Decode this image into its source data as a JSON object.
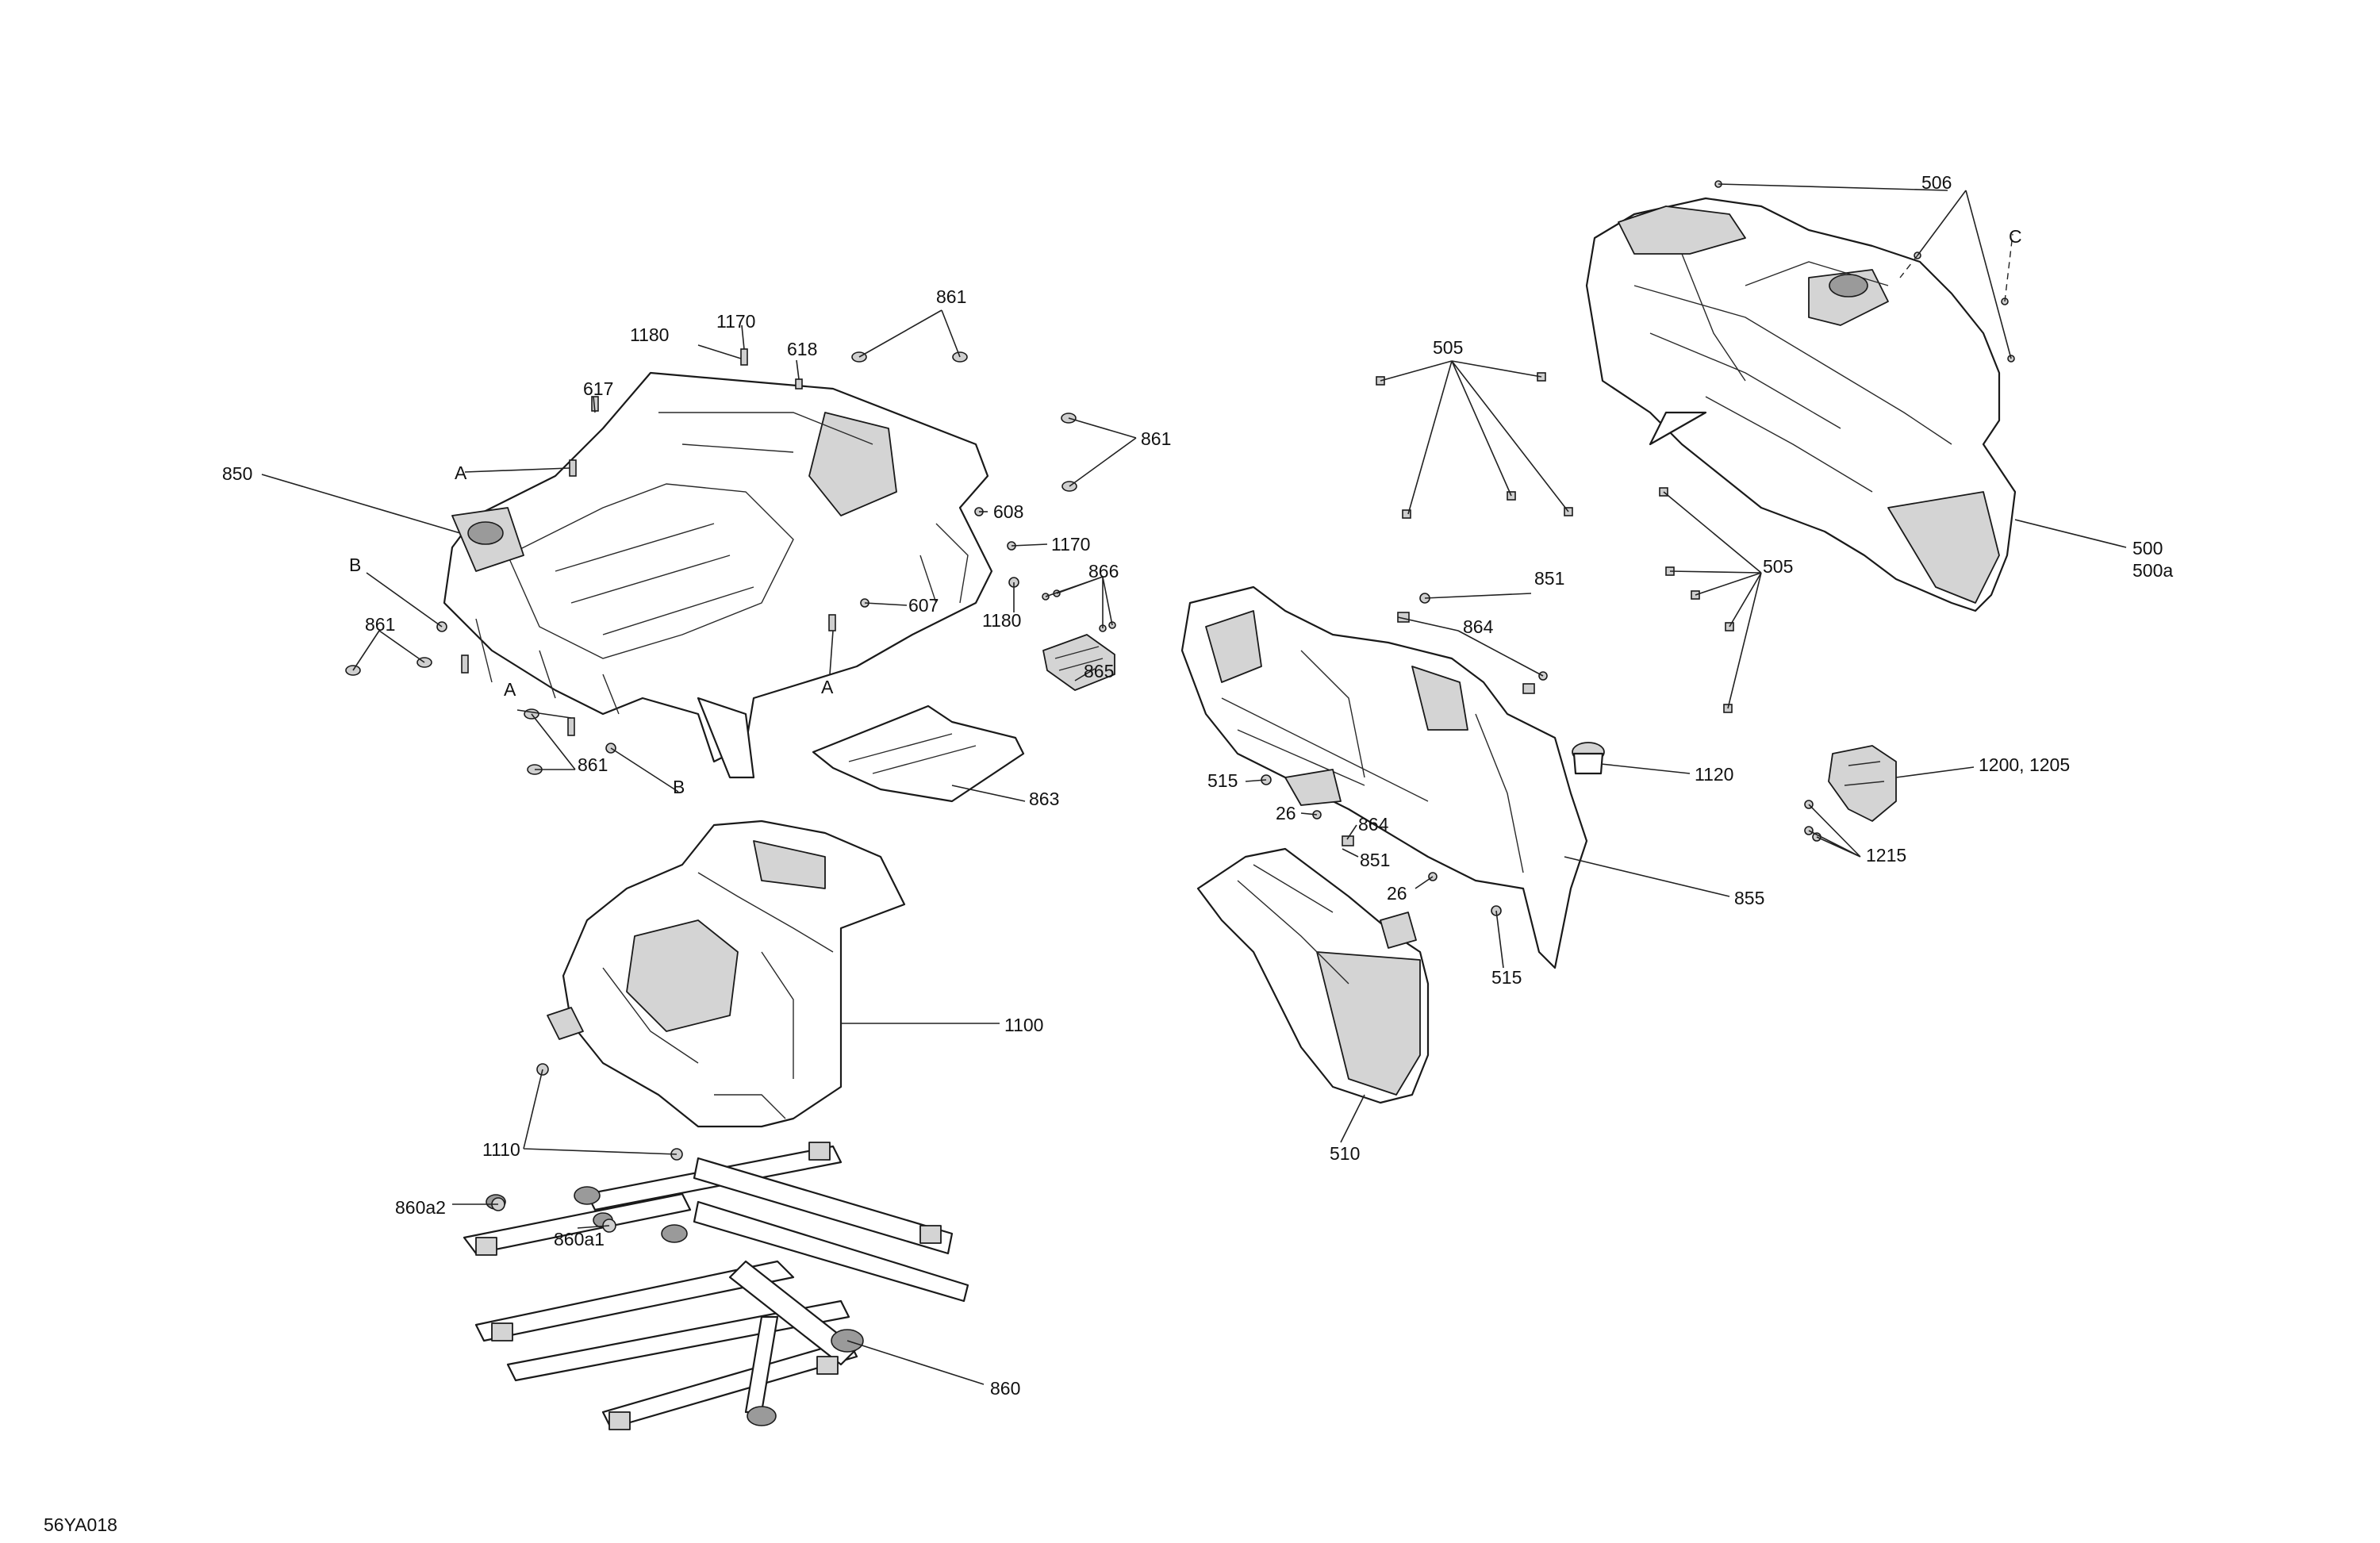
{
  "diagram_id": "56YA018",
  "callouts": {
    "c506": "506",
    "cC": "C",
    "c505a": "505",
    "c505b": "505",
    "c500": "500",
    "c500a": "500a",
    "c861a": "861",
    "c1170a": "1170",
    "c1180a": "1180",
    "c618": "618",
    "c617": "617",
    "cA1": "A",
    "c850": "850",
    "c861b": "861",
    "c608": "608",
    "c1170b": "1170",
    "cB1": "B",
    "c866": "866",
    "c861c": "861",
    "c607": "607",
    "c1180b": "1180",
    "cA2": "A",
    "cA3": "A",
    "c865": "865",
    "c861d": "861",
    "cB2": "B",
    "c863": "863",
    "c851a": "851",
    "c864a": "864",
    "c1120": "1120",
    "c515a": "515",
    "c26a": "26",
    "c864b": "864",
    "c851b": "851",
    "c26b": "26",
    "c855": "855",
    "c515b": "515",
    "c1200": "1200, 1205",
    "c1215": "1215",
    "c1100": "1100",
    "c510": "510",
    "c1110": "1110",
    "c860a2": "860a2",
    "c860a1": "860a1",
    "c860": "860"
  }
}
